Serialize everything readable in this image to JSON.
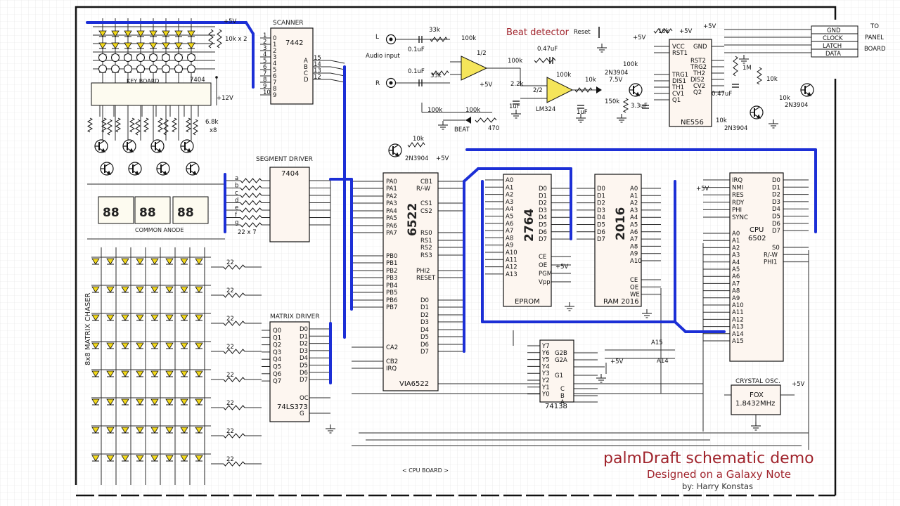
{
  "title": {
    "main": "palmDraft schematic demo",
    "sub": "Designed on a Galaxy Note",
    "author": "by: Harry Konstas"
  },
  "board_label": "< CPU BOARD >",
  "sections": {
    "scanner": "SCANNER",
    "segment_driver": "SEGMENT DRIVER",
    "matrix_driver": "MATRIX DRIVER",
    "crystal": "CRYSTAL OSC.",
    "beat_detector": "Beat detector",
    "keyboard": "KEY    BOARD",
    "display": "COMMON     ANODE",
    "chaser": "8x8 MATRIX CHASER"
  },
  "chips": {
    "c7442": "7442",
    "c7404a": "7404",
    "c7404b": "7404",
    "via": "6522",
    "via_sub": "VIA6522",
    "eprom": "2764",
    "eprom_sub": "EPROM",
    "ram": "2016",
    "ram_sub": "RAM 2016",
    "cpu": "CPU",
    "cpu_sub": "6502",
    "latch": "74LS373",
    "dec": "74138",
    "lm324": "LM324",
    "ne556": "NE556",
    "osc": "FOX",
    "osc_freq": "1.8432MHz"
  },
  "connector": {
    "labels": [
      "GND",
      "CLOCK",
      "LATCH",
      "DATA"
    ],
    "to": [
      "TO",
      "PANEL",
      "BOARD"
    ]
  },
  "values": {
    "plus5": "+5V",
    "plus12": "+12V",
    "r10kx2": "10k x 2",
    "r68kx8": "6.8k",
    "x8": "x8",
    "r22x7": "22 x 7",
    "r22": "22",
    "r33k": "33k",
    "r100k": "100k",
    "c01": "0.1uF",
    "c047": "0.47uF",
    "r22k": "2.2k",
    "c1u": "1uF",
    "q2n3904": "2N3904",
    "r150k": "150k",
    "c33u": "3.3uF",
    "r470": "470",
    "r1m": "1M",
    "r10k": "10k",
    "r75v": "7.5V",
    "audio_in": "Audio input",
    "L": "L",
    "R": "R",
    "reset": "Reset",
    "beat": "BEAT",
    "half1": "1/2",
    "half2": "2/2",
    "digits": "88"
  },
  "pins": {
    "via_left": [
      "PA0",
      "PA1",
      "PA2",
      "PA3",
      "PA4",
      "PA5",
      "PA6",
      "PA7",
      "PB0",
      "PB1",
      "PB2",
      "PB3",
      "PB4",
      "PB5",
      "PB6",
      "PB7",
      "CA2",
      "CB2",
      "IRQ"
    ],
    "via_right": [
      "CB1",
      "R/-W",
      "CS1",
      "CS2",
      "RS0",
      "RS1",
      "RS2",
      "RS3",
      "PHI2",
      "RESET",
      "D0",
      "D1",
      "D2",
      "D3",
      "D4",
      "D5",
      "D6",
      "D7"
    ],
    "eprom_left": [
      "A0",
      "A1",
      "A2",
      "A3",
      "A4",
      "A5",
      "A6",
      "A7",
      "A8",
      "A9",
      "A10",
      "A11",
      "A12",
      "A13"
    ],
    "eprom_right": [
      "D0",
      "D1",
      "D2",
      "D3",
      "D4",
      "D5",
      "D6",
      "D7",
      "CE",
      "OE",
      "PGM",
      "Vpp"
    ],
    "ram_left": [
      "D0",
      "D1",
      "D2",
      "D3",
      "D4",
      "D5",
      "D6",
      "D7"
    ],
    "ram_right": [
      "A0",
      "A1",
      "A2",
      "A3",
      "A4",
      "A5",
      "A6",
      "A7",
      "A8",
      "A9",
      "A10",
      "CE",
      "OE",
      "WE"
    ],
    "cpu_left": [
      "IRQ",
      "NMI",
      "RES",
      "RDY",
      "PHI",
      "SYNC",
      "A0",
      "A1",
      "A2",
      "A3",
      "A4",
      "A5",
      "A6",
      "A7",
      "A8",
      "A9",
      "A10",
      "A11",
      "A12",
      "A13",
      "A14",
      "A15"
    ],
    "cpu_right": [
      "D0",
      "D1",
      "D2",
      "D3",
      "D4",
      "D5",
      "D6",
      "D7",
      "S0",
      "R/-W",
      "PHI1"
    ],
    "latch_left": [
      "Q0",
      "Q1",
      "Q2",
      "Q3",
      "Q4",
      "Q5",
      "Q6",
      "Q7"
    ],
    "latch_right": [
      "D0",
      "D1",
      "D2",
      "D3",
      "D4",
      "D5",
      "D6",
      "D7",
      "OC",
      "G"
    ],
    "dec_left": [
      "Y7",
      "Y6",
      "Y5",
      "Y4",
      "Y3",
      "Y2",
      "Y1",
      "Y0"
    ],
    "dec_right": [
      "G2B",
      "G2A",
      "G1",
      "C",
      "B",
      "A"
    ],
    "scan_left": [
      "0",
      "1",
      "2",
      "3",
      "4",
      "5",
      "6",
      "7",
      "8",
      "9"
    ],
    "scan_right": [
      "A",
      "B",
      "C",
      "D"
    ],
    "ne556_left": [
      "VCC",
      "RST1",
      "TRG1",
      "DIS1",
      "TH1",
      "CV1",
      "Q1"
    ],
    "ne556_right": [
      "GND",
      "RST2",
      "TRG2",
      "TH2",
      "DIS2",
      "CV2",
      "Q2"
    ],
    "seg_letters": [
      "a",
      "b",
      "c",
      "d",
      "e",
      "f",
      "g"
    ],
    "addr_labels": [
      "A15",
      "A14"
    ]
  },
  "colors": {
    "wire": "#2a2a2a",
    "bus": "#1c2fd6",
    "accent": "#a0242c",
    "led": "#f2d81a",
    "buffer": "#f5e55a",
    "chip_fill": "#fdf6f0",
    "border": "#111111"
  }
}
